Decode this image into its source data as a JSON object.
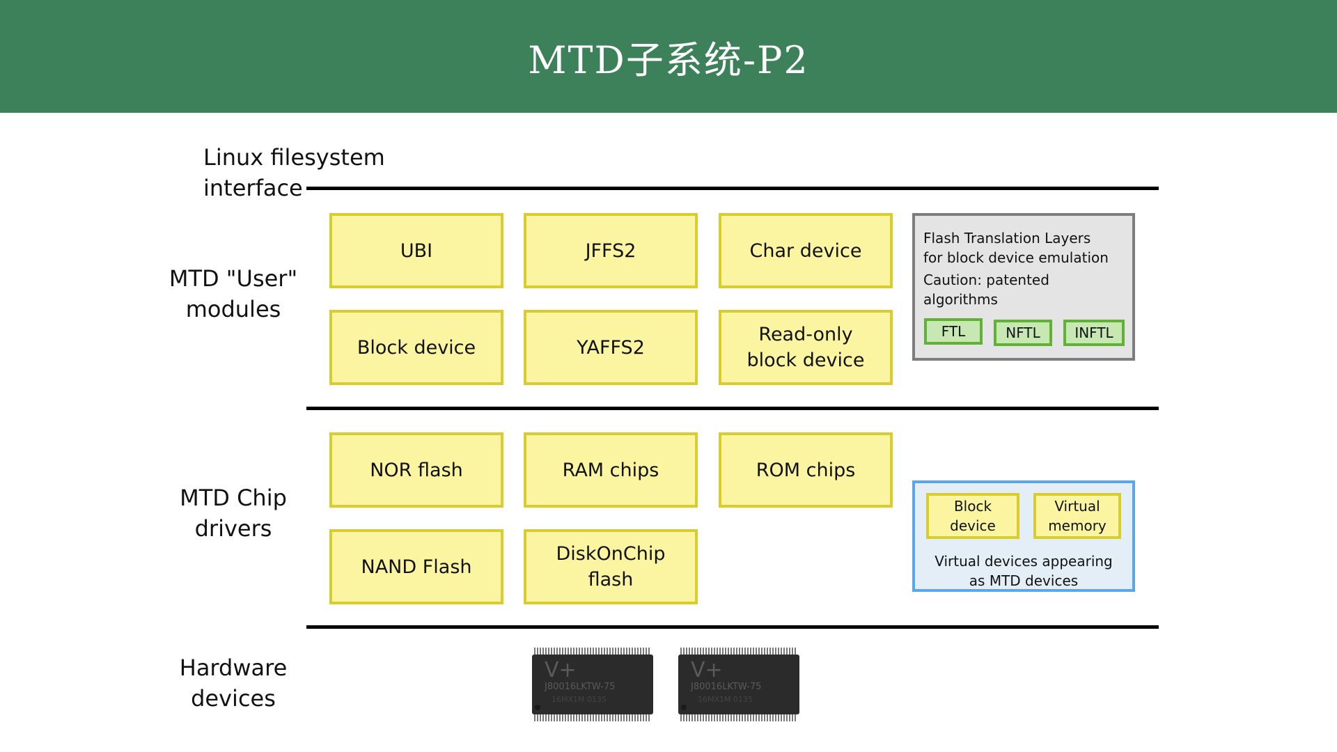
{
  "header": {
    "title": "MTD子系统-P2"
  },
  "layers": {
    "filesystem_interface": "Linux filesystem interface",
    "user_modules": "MTD \"User\"\nmodules",
    "chip_drivers": "MTD Chip\ndrivers",
    "hardware": "Hardware\ndevices"
  },
  "user_modules": {
    "ubi": "UBI",
    "jffs2": "JFFS2",
    "char_device": "Char device",
    "block_device": "Block device",
    "yaffs2": "YAFFS2",
    "readonly_block_device": "Read-only\nblock device"
  },
  "ftl_panel": {
    "line1": "Flash Translation Layers\nfor block device emulation",
    "line2": "Caution: patented\nalgorithms",
    "items": [
      "FTL",
      "NFTL",
      "INFTL"
    ]
  },
  "chip_drivers": {
    "nor_flash": "NOR flash",
    "ram_chips": "RAM chips",
    "rom_chips": "ROM chips",
    "nand_flash": "NAND Flash",
    "diskonchip": "DiskOnChip\nflash"
  },
  "virtual_panel": {
    "block_device": "Block\ndevice",
    "virtual_memory": "Virtual\nmemory",
    "caption": "Virtual devices appearing\nas MTD devices"
  },
  "hardware_chips": {
    "logo": "V+",
    "part_number": "J80016LKTW-75",
    "small_text": "16MX1M  0135"
  },
  "colors": {
    "header_bg": "#3d815a",
    "yellow_fill": "#fbf5a2",
    "yellow_border": "#d8cc2e",
    "green_fill": "#c7e8b3",
    "green_border": "#5fb234",
    "grey_fill": "#e4e4e4",
    "blue_border": "#5ba6e6"
  }
}
